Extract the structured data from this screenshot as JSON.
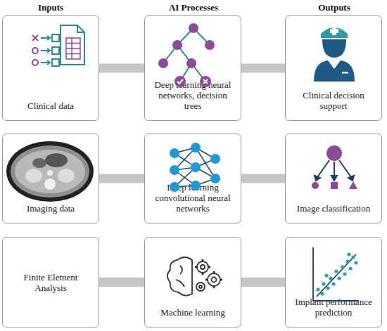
{
  "diagram": {
    "nodes": [
      {
        "text": [
          "Clinical data"
        ]
      },
      {
        "text": [
          "Deep learning neural networks, decision trees"
        ]
      },
      {
        "text": [
          "Clinical decision support"
        ]
      },
      {
        "text": [
          "Imaging data"
        ]
      },
      {
        "text": [
          "Deep learning convolutional neural networks"
        ]
      },
      {
        "text": [
          "Image classification"
        ]
      },
      {
        "text": [
          "Finite Element Analysis"
        ]
      },
      {
        "text": [
          "Machine learning"
        ]
      },
      {
        "text": [
          "Implant performance prediction"
        ]
      }
    ],
    "edges": [
      {
        "from": 0,
        "to": 1,
        "arrow": "none"
      },
      {
        "from": 1,
        "to": 2,
        "arrow": "none"
      },
      {
        "from": 3,
        "to": 4,
        "arrow": "none"
      },
      {
        "from": 4,
        "to": 5,
        "arrow": "none"
      },
      {
        "from": 6,
        "to": 7,
        "arrow": "none"
      },
      {
        "from": 7,
        "to": 8,
        "arrow": "none"
      }
    ],
    "labels": [
      "Inputs",
      "AI Processes",
      "Outputs"
    ]
  }
}
